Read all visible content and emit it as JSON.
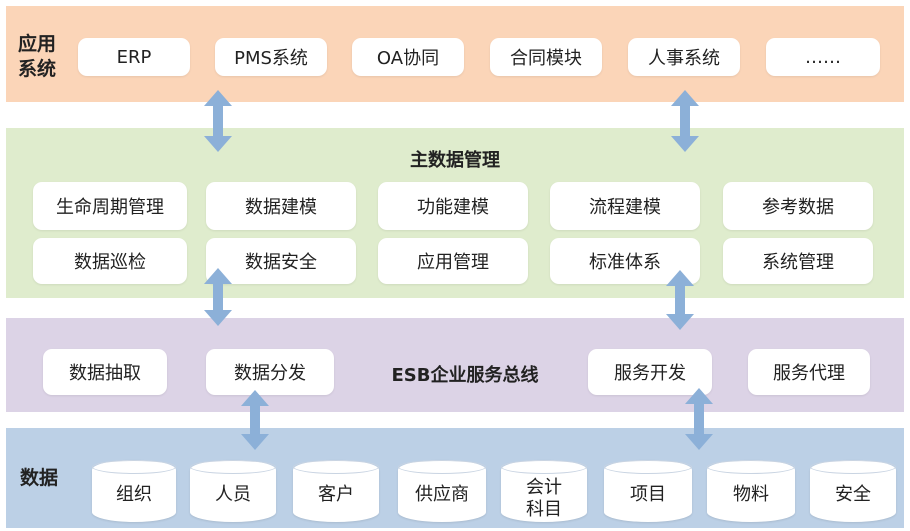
{
  "colors": {
    "app_band": "#fbd5b8",
    "mdm_band": "#dfeccd",
    "esb_band": "#dcd3e6",
    "data_band": "#bcd0e6",
    "arrow": "#8cb0d8"
  },
  "app_layer": {
    "label_line1": "应用",
    "label_line2": "系统",
    "systems": [
      "ERP",
      "PMS系统",
      "OA协同",
      "合同模块",
      "人事系统",
      "……"
    ]
  },
  "mdm_layer": {
    "title": "主数据管理",
    "row1": [
      "生命周期管理",
      "数据建模",
      "功能建模",
      "流程建模",
      "参考数据"
    ],
    "row2": [
      "数据巡检",
      "数据安全",
      "应用管理",
      "标准体系",
      "系统管理"
    ]
  },
  "esb_layer": {
    "title": "ESB企业服务总线",
    "left_services": [
      "数据抽取",
      "数据分发"
    ],
    "right_services": [
      "服务开发",
      "服务代理"
    ]
  },
  "data_layer": {
    "label": "数据",
    "items": [
      {
        "line1": "组织",
        "line2": ""
      },
      {
        "line1": "人员",
        "line2": ""
      },
      {
        "line1": "客户",
        "line2": ""
      },
      {
        "line1": "供应商",
        "line2": ""
      },
      {
        "line1": "会计",
        "line2": "科目"
      },
      {
        "line1": "项目",
        "line2": ""
      },
      {
        "line1": "物料",
        "line2": ""
      },
      {
        "line1": "安全",
        "line2": ""
      }
    ]
  },
  "connectors": [
    {
      "name": "app-mdm-left",
      "direction": "bidirectional"
    },
    {
      "name": "app-mdm-right",
      "direction": "bidirectional"
    },
    {
      "name": "mdm-esb-left",
      "direction": "bidirectional"
    },
    {
      "name": "mdm-esb-right",
      "direction": "bidirectional"
    },
    {
      "name": "esb-data-left",
      "direction": "bidirectional"
    },
    {
      "name": "esb-data-right",
      "direction": "bidirectional"
    }
  ]
}
